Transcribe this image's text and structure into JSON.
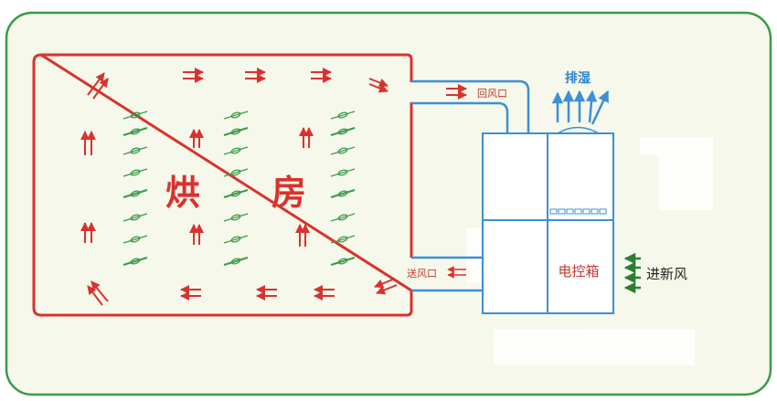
{
  "labels": {
    "room_char1": "烘",
    "room_char2": "房",
    "return_air": "回风口",
    "supply_air": "送风口",
    "dehumidify": "排湿",
    "control_box": "电控箱",
    "fresh_air": "进新风"
  },
  "colors": {
    "frame": "#3a9a48",
    "background": "#f5f8ea",
    "room_wall": "#d9322e",
    "arrow_red": "#d9322e",
    "duct": "#3d8fd6",
    "leaf": "#3a9a48",
    "exhaust": "#3d8fd6",
    "fresh_air_arrow": "#2e7d32"
  }
}
